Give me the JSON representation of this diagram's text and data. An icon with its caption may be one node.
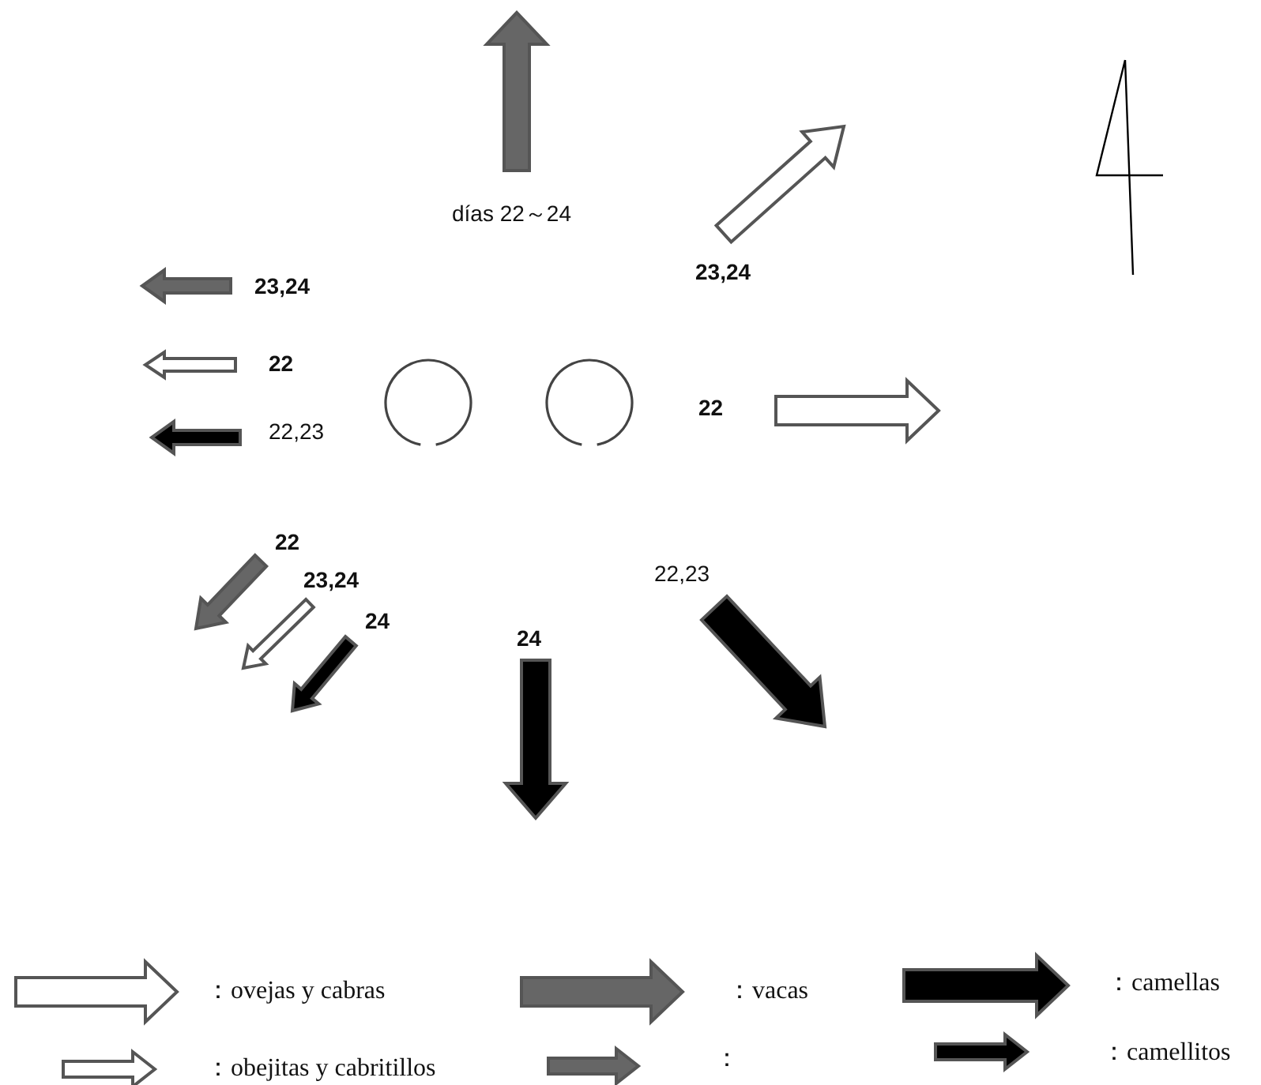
{
  "diagram": {
    "labels": [
      "días 22～24",
      "23,24",
      "23,24",
      "22",
      "22",
      "22,23",
      "22",
      "22,23",
      "23,24",
      "24",
      "24"
    ],
    "legend": [
      {
        "text": "：ovejas y cabras"
      },
      {
        "text": "：vacas"
      },
      {
        "text": "：camellas"
      },
      {
        "text": "：obejitas y cabritillos"
      },
      {
        "text": "："
      },
      {
        "text": "：camellitos"
      }
    ]
  }
}
